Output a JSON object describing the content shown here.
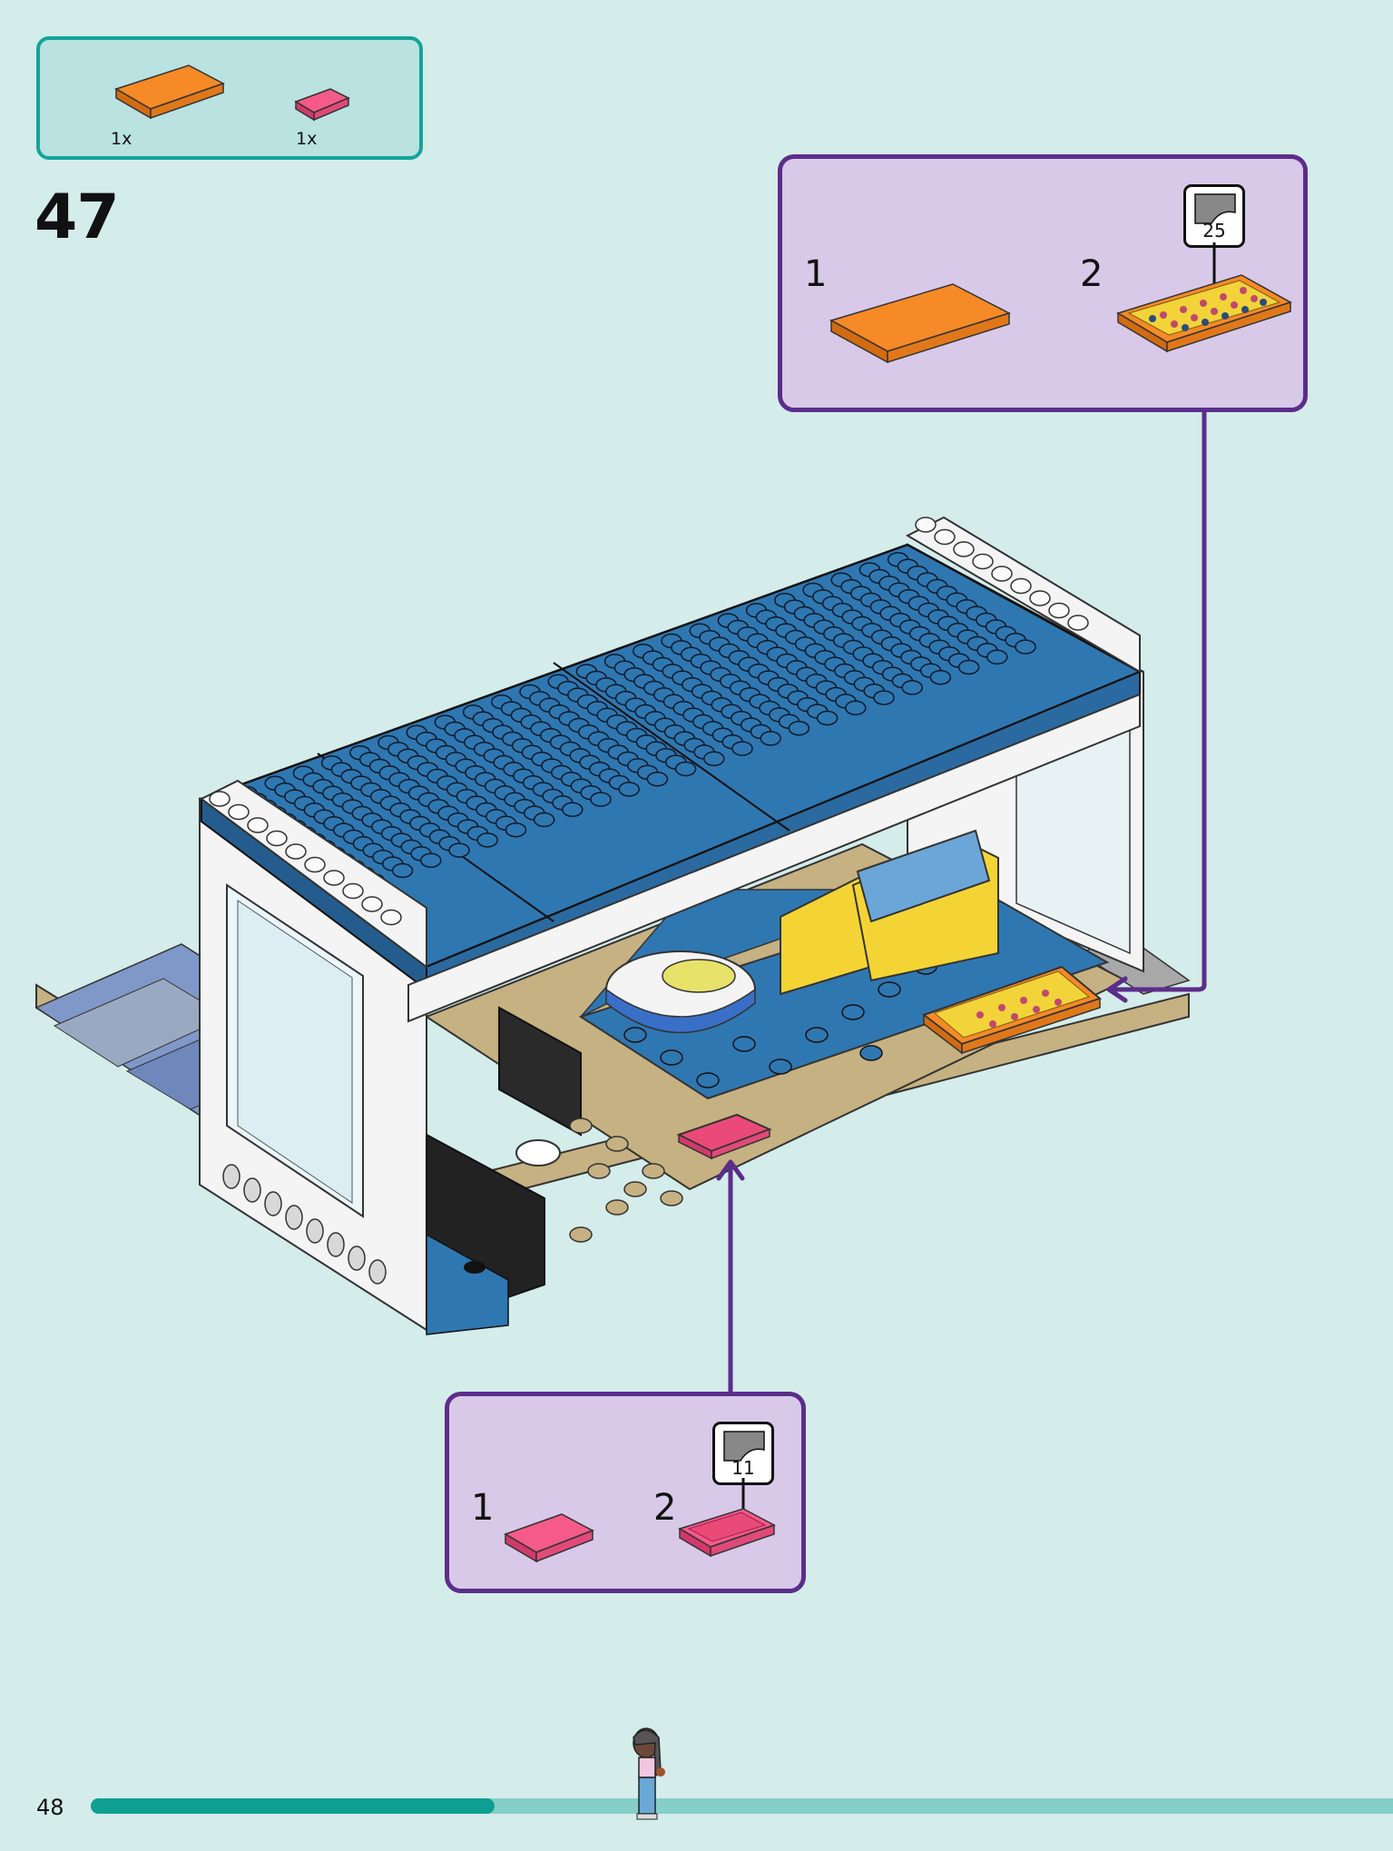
{
  "parts_list": {
    "items": [
      {
        "quantity": "1x",
        "color": "#f58a26",
        "part": "tile-2x4-orange"
      },
      {
        "quantity": "1x",
        "color": "#f55a8a",
        "part": "tile-1x2-pink"
      }
    ]
  },
  "step": {
    "number": "47"
  },
  "callout_top": {
    "substeps": [
      {
        "number": "1",
        "part": "tile-2x4-orange"
      },
      {
        "number": "2",
        "part": "tile-2x4-orange-with-sticker"
      }
    ],
    "sticker_number": "25"
  },
  "callout_bottom": {
    "substeps": [
      {
        "number": "1",
        "part": "tile-1x2-pink"
      },
      {
        "number": "2",
        "part": "tile-1x2-pink-with-sticker"
      }
    ],
    "sticker_number": "11"
  },
  "footer": {
    "page_number": "48",
    "progress": 0.31
  },
  "colors": {
    "background": "#d4ecea",
    "parts_border": "#14a39a",
    "callout_fill": "#d8c9e8",
    "callout_border": "#5b2d8a",
    "blue_plate": "#2f77b1",
    "tan_plate": "#c6b182",
    "orange": "#f58a26",
    "pink": "#f55a8a"
  }
}
